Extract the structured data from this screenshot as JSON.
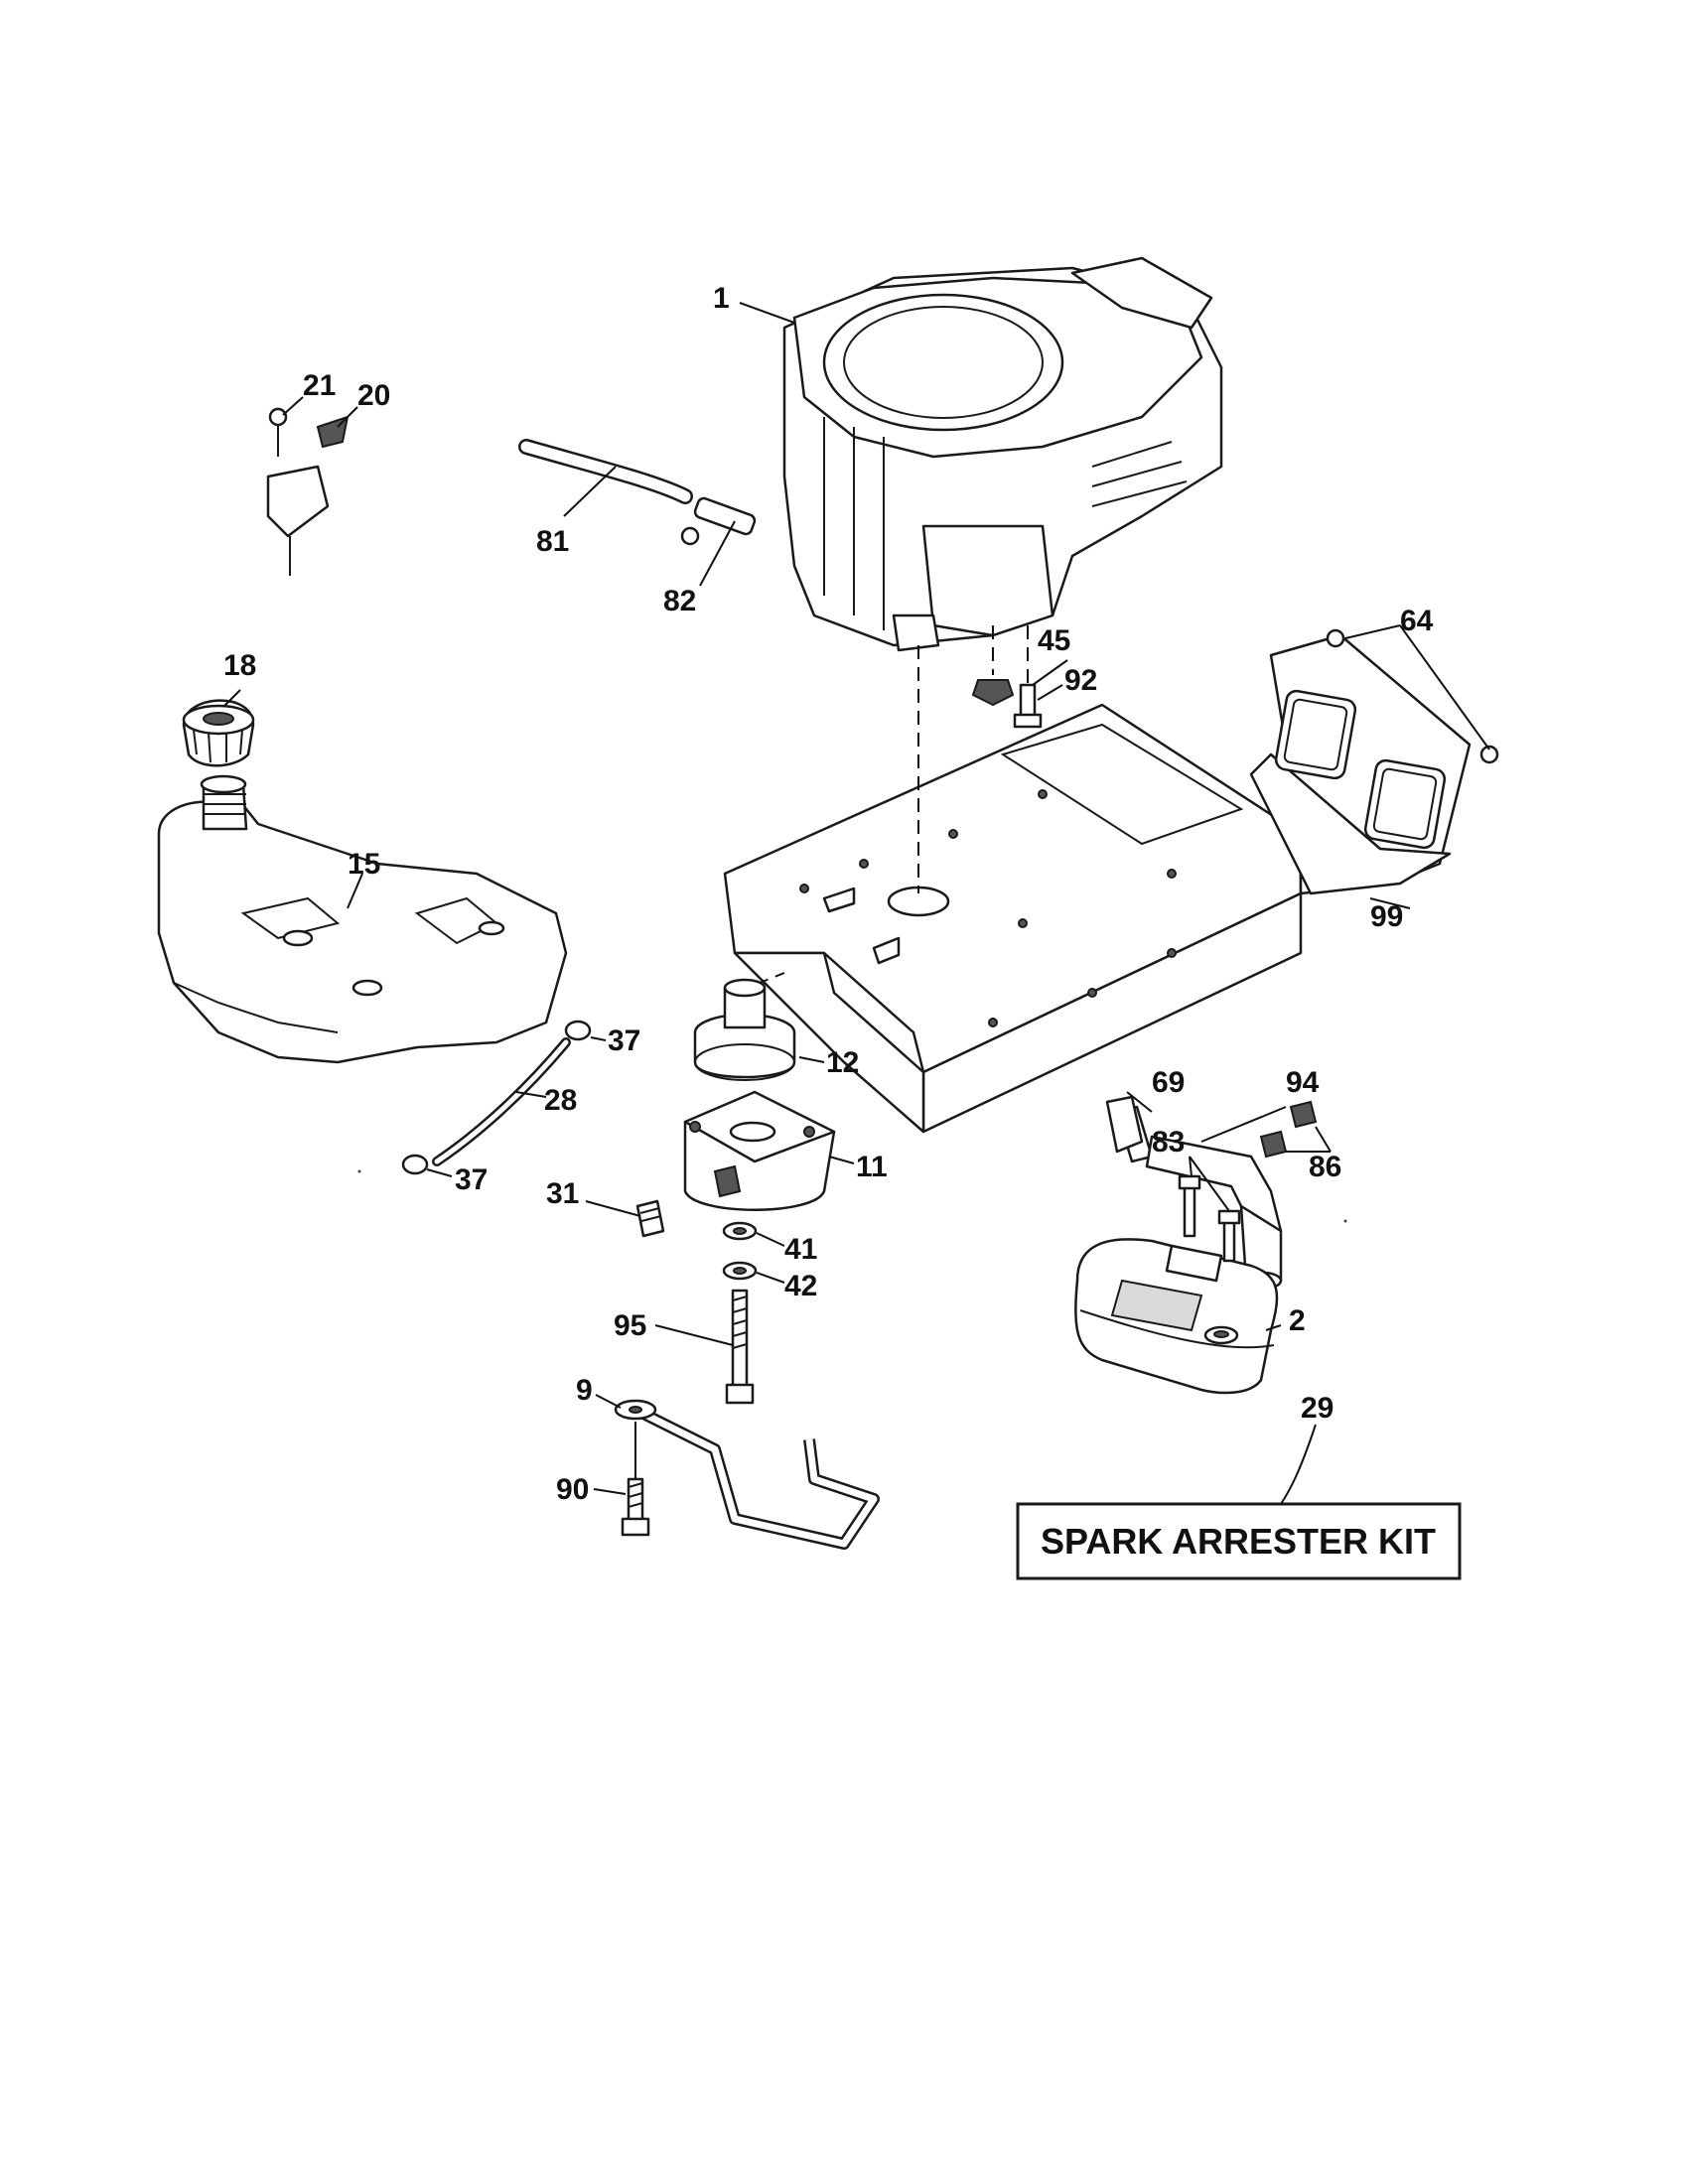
{
  "callouts": {
    "c1": "1",
    "c2": "2",
    "c9": "9",
    "c11": "11",
    "c12": "12",
    "c15": "15",
    "c18": "18",
    "c20": "20",
    "c21": "21",
    "c28": "28",
    "c29": "29",
    "c31": "31",
    "c37a": "37",
    "c37b": "37",
    "c41": "41",
    "c42": "42",
    "c45": "45",
    "c64": "64",
    "c69": "69",
    "c81": "81",
    "c82": "82",
    "c83": "83",
    "c86": "86",
    "c90": "90",
    "c92": "92",
    "c94": "94",
    "c95": "95",
    "c99": "99"
  },
  "kit_label": "SPARK ARRESTER KIT",
  "colors": {
    "ink": "#111111",
    "paper": "#ffffff",
    "shade": "#d9d9d9"
  }
}
